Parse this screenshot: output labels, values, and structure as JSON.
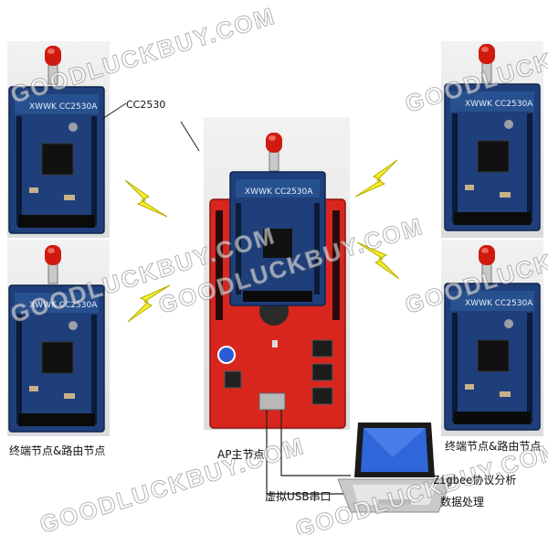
{
  "labels": {
    "chip": "CC2530",
    "end_node_left": "终端节点&路由节点",
    "end_node_right": "终端节点&路由节点",
    "ap_node": "AP主节点",
    "usb": "虚拟USB串口",
    "analysis_line1": "Zigbee协议分析",
    "analysis_line2": "数据处理"
  },
  "module_silk": "XWWK CC2530A",
  "watermark": "GOODLUCKBUY.COM",
  "colors": {
    "pcb_blue": "#1f3f7a",
    "pcb_red": "#d8261f",
    "antenna_red": "#d01a10",
    "bolt_yellow": "#f3ee2a"
  }
}
